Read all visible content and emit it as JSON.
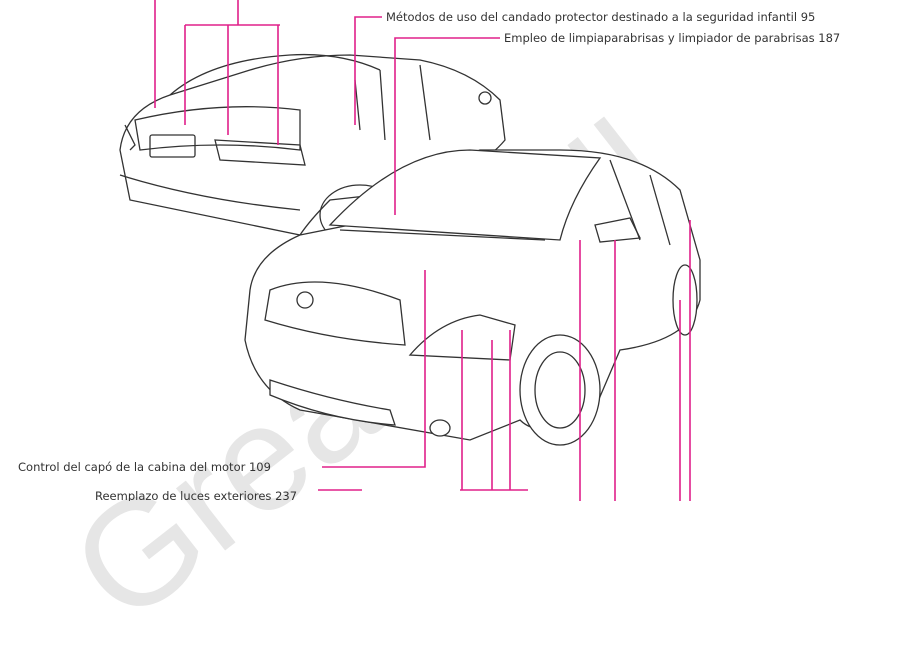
{
  "watermark": "Great Wall",
  "accent_color": "#e0208a",
  "labels": {
    "child_lock": "Métodos de uso del candado protector destinado a la seguridad infantil 95",
    "wipers": "Empleo de limpiaparabrisas y limpiador de parabrisas 187",
    "hood": "Control del capó de la cabina del motor 109",
    "lights": "Reemplazo de luces exteriores 237"
  }
}
